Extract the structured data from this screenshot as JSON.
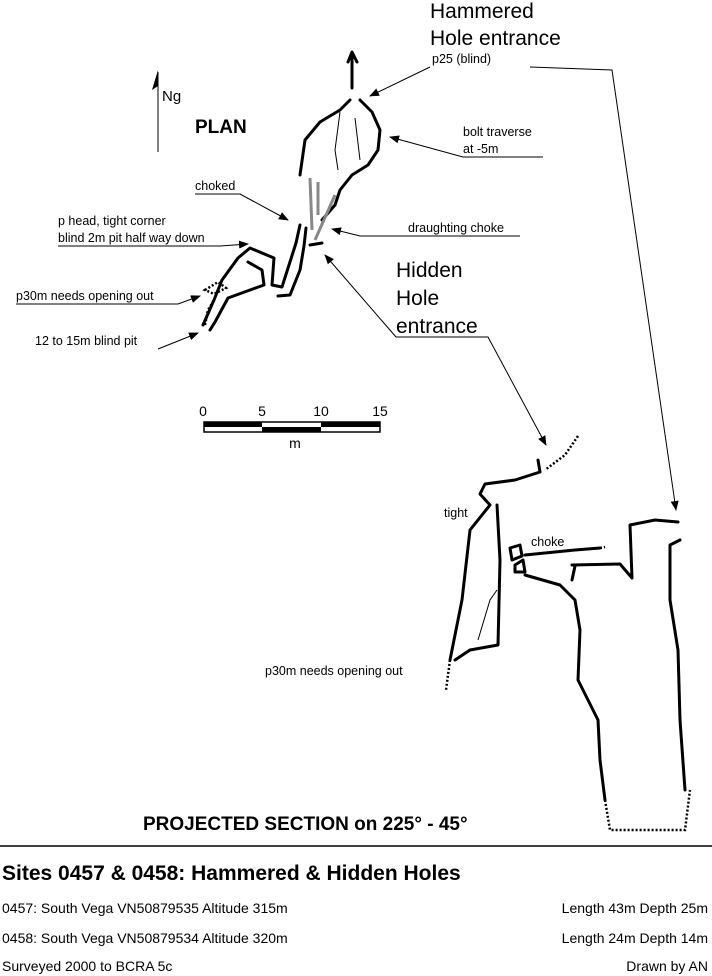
{
  "plan": {
    "title": "PLAN",
    "north_label": "Ng",
    "labels": {
      "hammered_line1": "Hammered",
      "hammered_line2": "Hole entrance",
      "p25": "p25 (blind)",
      "bolt1": "bolt traverse",
      "bolt2": "at -5m",
      "choked": "choked",
      "draughting": "draughting choke",
      "phead1": "p head, tight corner",
      "phead2": "blind 2m pit half way down",
      "p30m": "p30m needs opening out",
      "blindpit": "12 to 15m blind pit",
      "hidden1": "Hidden",
      "hidden2": "Hole",
      "hidden3": "entrance"
    }
  },
  "scale": {
    "ticks": [
      "0",
      "5",
      "10",
      "15"
    ],
    "unit": "m"
  },
  "section": {
    "title": "PROJECTED SECTION on 225° - 45°",
    "labels": {
      "tight": "tight",
      "choke": "choke",
      "p30m": "p30m needs opening out"
    }
  },
  "footer": {
    "title": "Sites 0457 & 0458: Hammered & Hidden Holes",
    "site1": "0457: South Vega  VN50879535  Altitude 315m",
    "site1_stats": "Length 43m  Depth 25m",
    "site2": "0458: South Vega  VN50879534  Altitude 320m",
    "site2_stats": "Length 24m  Depth 14m",
    "surveyed": "Surveyed 2000 to BCRA 5c",
    "drawn": "Drawn by AN"
  }
}
